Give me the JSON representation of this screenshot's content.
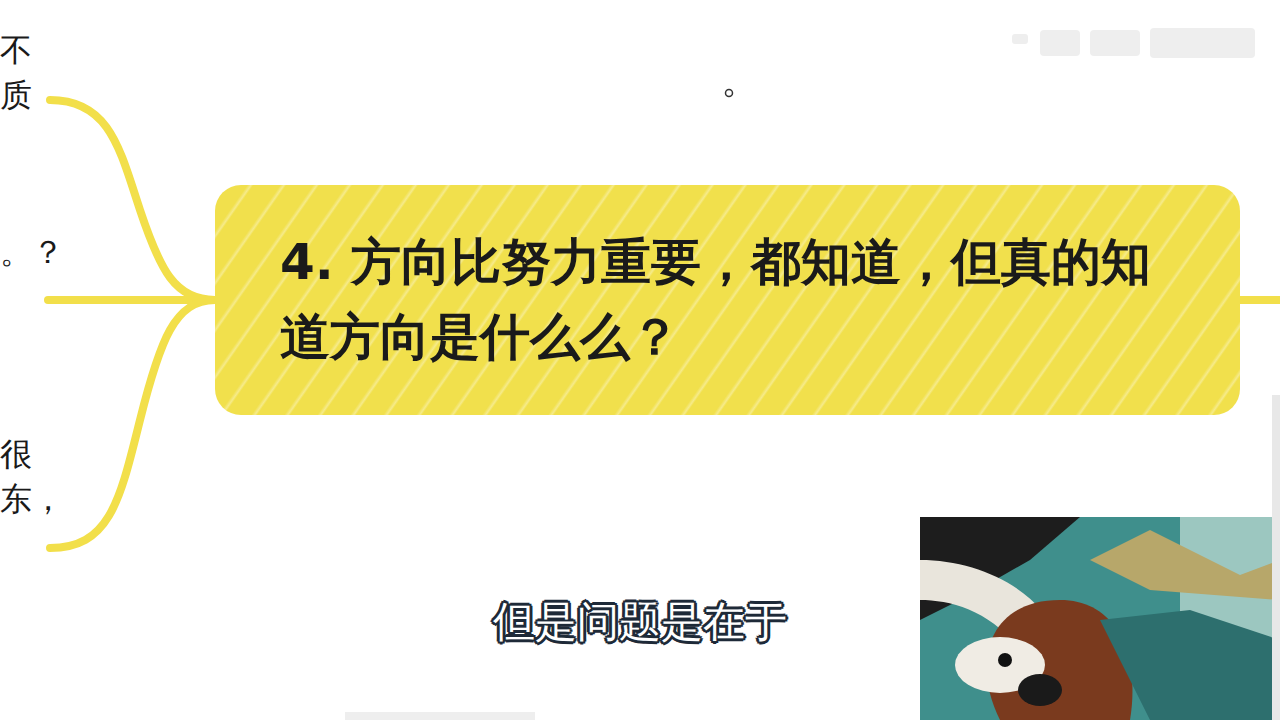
{
  "diagram": {
    "nodes": [
      {
        "text": [
          "4. 方向比努力重要，都知道，但真的知道方向是什么么？"
        ]
      }
    ],
    "labels": [
      "不质",
      "。？",
      "很东，",
      "但是问题是在于"
    ]
  }
}
